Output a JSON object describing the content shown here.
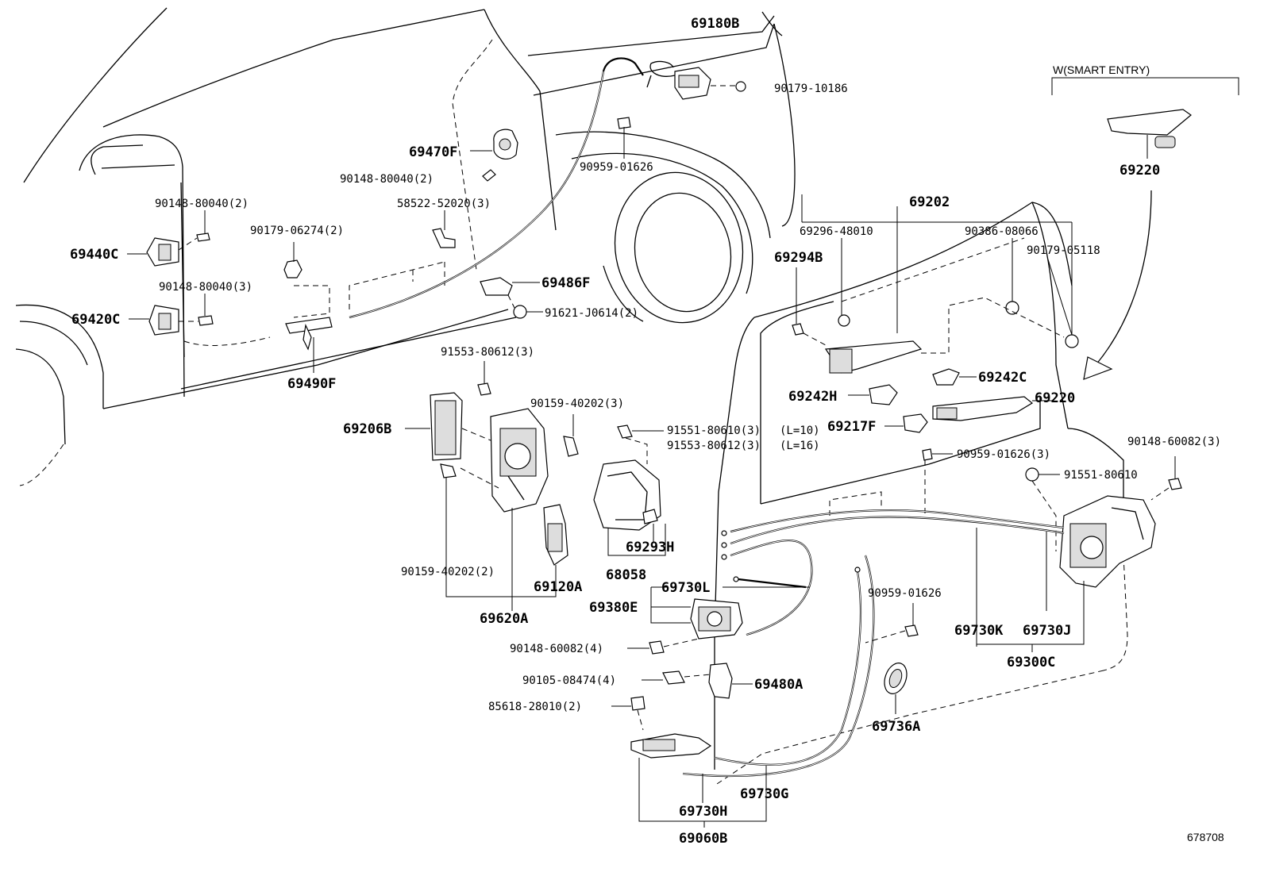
{
  "diagram_id": "678708",
  "smart_entry_label": "W(SMART ENTRY)",
  "labels": {
    "p69180B": "69180B",
    "p90179_10186": "90179-10186",
    "p69470F": "69470F",
    "p90148_80040_2a": "90148-80040(2)",
    "p90959_01626a": "90959-01626",
    "p90148_80040_2b": "90148-80040(2)",
    "p58522_52020": "58522-52020(3)",
    "p90179_06274": "90179-06274(2)",
    "p69440C": "69440C",
    "p90148_80040_3": "90148-80040(3)",
    "p69486F": "69486F",
    "p69420C": "69420C",
    "p91621_J0614": "91621-J0614(2)",
    "p69490F": "69490F",
    "p91553_80612a": "91553-80612(3)",
    "p90159_40202_3": "90159-40202(3)",
    "p69206B": "69206B",
    "p91551_80610_3": "91551-80610(3)",
    "p91553_80612b": "91553-80612(3)",
    "l10": "(L=10)",
    "l16": "(L=16)",
    "p69293H": "69293H",
    "p68058": "68058",
    "p90159_40202_2": "90159-40202(2)",
    "p69120A": "69120A",
    "p69620A": "69620A",
    "p69220_top": "69220",
    "p69202": "69202",
    "p69296_48010": "69296-48010",
    "p90386_08066": "90386-08066",
    "p69294B": "69294B",
    "p90179_05118": "90179-05118",
    "p69242C": "69242C",
    "p69242H": "69242H",
    "p69220": "69220",
    "p69217F": "69217F",
    "p90959_01626_3": "90959-01626(3)",
    "p90148_60082_3": "90148-60082(3)",
    "p91551_80610": "91551-80610",
    "p69730L": "69730L",
    "p69380E": "69380E",
    "p90959_01626b": "90959-01626",
    "p69730K": "69730K",
    "p69730J": "69730J",
    "p69300C": "69300C",
    "p90148_60082_4": "90148-60082(4)",
    "p90105_08474": "90105-08474(4)",
    "p69480A": "69480A",
    "p85618_28010": "85618-28010(2)",
    "p69736A": "69736A",
    "p69730G": "69730G",
    "p69730H": "69730H",
    "p69060B": "69060B"
  }
}
